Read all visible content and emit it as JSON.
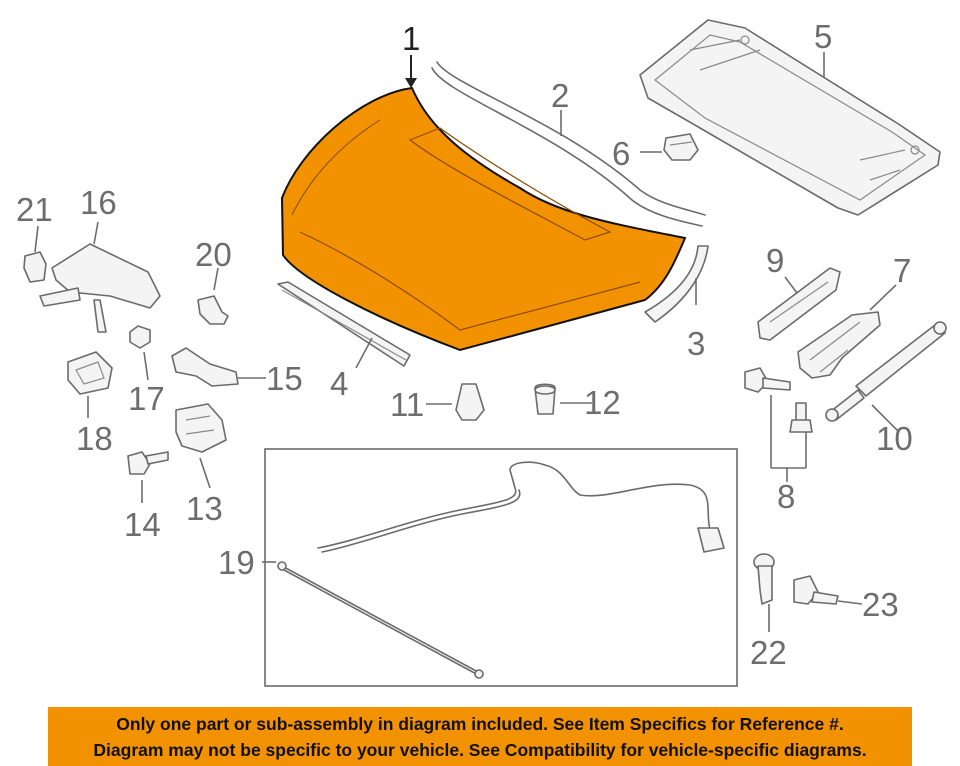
{
  "diagram": {
    "highlight_color": "#f39200",
    "callouts": {
      "c1": "1",
      "c2": "2",
      "c3": "3",
      "c4": "4",
      "c5": "5",
      "c6": "6",
      "c7": "7",
      "c8": "8",
      "c9": "9",
      "c10": "10",
      "c11": "11",
      "c12": "12",
      "c13": "13",
      "c14": "14",
      "c15": "15",
      "c16": "16",
      "c17": "17",
      "c18": "18",
      "c19": "19",
      "c20": "20",
      "c21": "21",
      "c22": "22",
      "c23": "23"
    }
  },
  "disclaimer": {
    "line1": "Only one part or sub-assembly in diagram included. See Item Specifics for Reference #.",
    "line2": "Diagram may not be specific to your vehicle. See Compatibility for vehicle-specific diagrams."
  }
}
